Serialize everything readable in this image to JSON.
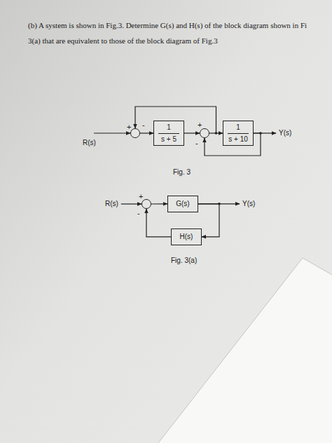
{
  "diagram": {
    "nodes": [
      {
        "text": [
          "+",
          "-"
        ]
      },
      {
        "text": [
          "1",
          "s + 5"
        ]
      },
      {
        "text": [
          "+",
          "-"
        ]
      },
      {
        "text": [
          "1",
          "s + 10"
        ]
      },
      {
        "text": [
          "+",
          "-"
        ]
      },
      {
        "text": [
          "G(s)"
        ]
      },
      {
        "text": [
          "H(s)"
        ]
      }
    ],
    "edges": [
      {
        "from": 0,
        "to": 1,
        "arrow": "to"
      },
      {
        "from": 1,
        "to": 2,
        "arrow": "to"
      },
      {
        "from": 2,
        "to": 3,
        "arrow": "to"
      },
      {
        "from": 2,
        "to": 0,
        "arrow": "to"
      },
      {
        "from": 3,
        "to": 2,
        "arrow": "to"
      },
      {
        "from": 4,
        "to": 5,
        "arrow": "to"
      },
      {
        "from": 5,
        "to": 6,
        "arrow": "to"
      },
      {
        "from": 6,
        "to": 4,
        "arrow": "to"
      }
    ],
    "labels": [
      "(b) A system is shown in Fig.3. Determine G(s) and H(s) of the block diagram shown in Fi",
      "3(a) that are equivalent to those of the block diagram of Fig.3",
      "R(s)",
      "Y(s)",
      "Fig. 3",
      "R(s)",
      "Y(s)",
      "Fig. 3(a)"
    ]
  }
}
